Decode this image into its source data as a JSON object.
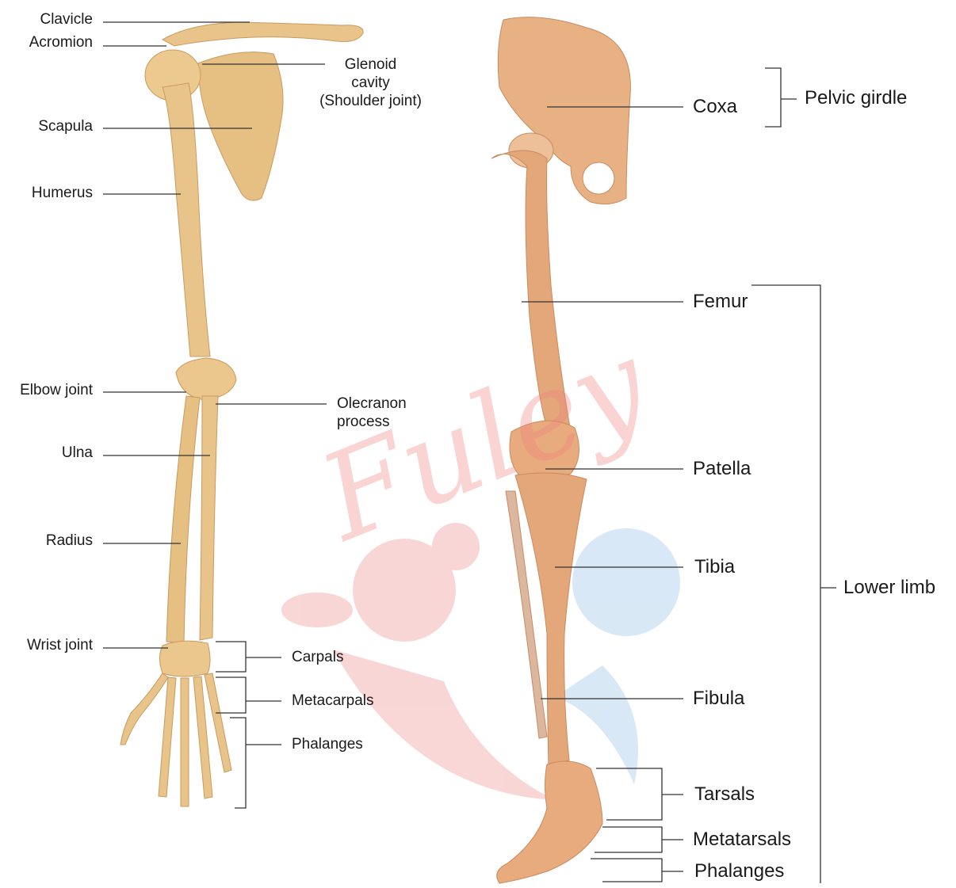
{
  "arm": {
    "clavicle": "Clavicle",
    "acromion": "Acromion",
    "glenoid_1": "Glenoid",
    "glenoid_2": "cavity",
    "glenoid_3": "(Shoulder joint)",
    "scapula": "Scapula",
    "humerus": "Humerus",
    "elbow_joint": "Elbow joint",
    "olecranon_1": "Olecranon",
    "olecranon_2": "process",
    "ulna": "Ulna",
    "radius": "Radius",
    "wrist_joint": "Wrist joint",
    "carpals": "Carpals",
    "metacarpals": "Metacarpals",
    "phalanges": "Phalanges"
  },
  "leg": {
    "coxa": "Coxa",
    "pelvic_girdle": "Pelvic girdle",
    "femur": "Femur",
    "patella": "Patella",
    "tibia": "Tibia",
    "lower_limb": "Lower limb",
    "fibula": "Fibula",
    "tarsals": "Tarsals",
    "metatarsals": "Metatarsals",
    "phalanges": "Phalanges"
  },
  "watermark": "Fuley",
  "colors": {
    "bone": "#e8c48a",
    "bone_shade": "#c99a5e",
    "leg_bone": "#e4a77a",
    "line": "#333333"
  }
}
